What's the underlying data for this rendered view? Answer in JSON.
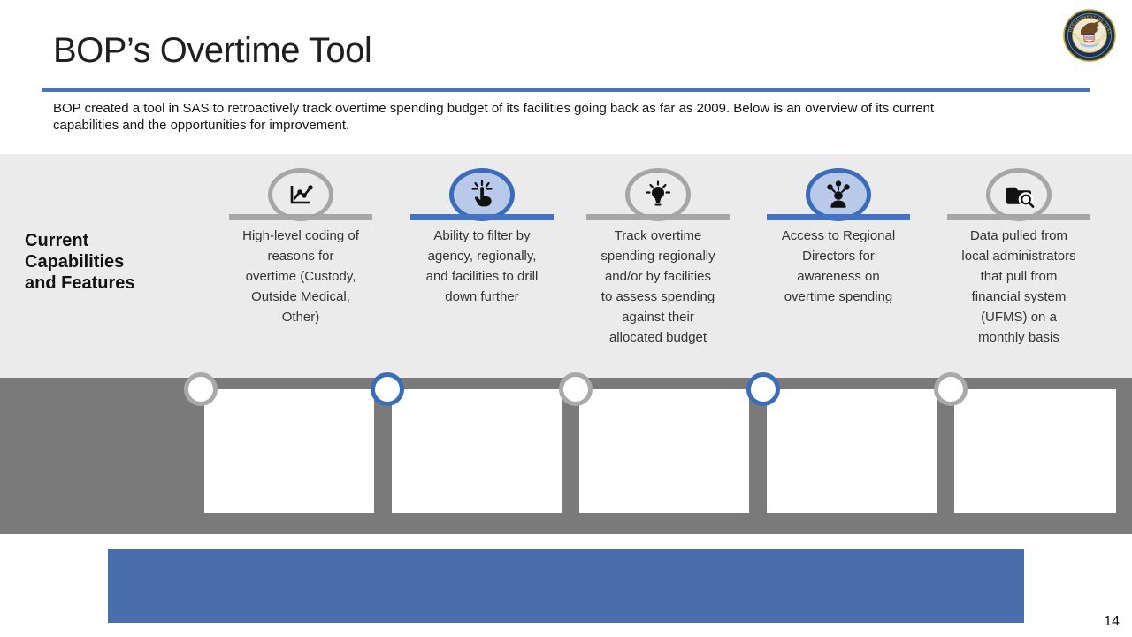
{
  "slide": {
    "title": "BOP’s Overtime Tool",
    "subtitle": "BOP created a tool in SAS to retroactively track overtime spending budget of its facilities going back as far as 2009. Below is an overview of its current\ncapabilities and the opportunities for improvement.",
    "page_number": "14"
  },
  "seal": {
    "name": "U.S. Department of Justice – Federal Bureau of Prisons seal",
    "text_top": "DEPARTMENT OF JUSTICE",
    "text_bottom": "FEDERAL BUREAU OF PRISONS"
  },
  "section": {
    "label": "Current\nCapabilities\nand Features",
    "columns": [
      {
        "icon": "line-chart-icon",
        "accent": "gray",
        "text": "High-level coding of\nreasons for\novertime (Custody,\nOutside Medical,\nOther)"
      },
      {
        "icon": "click-hand-icon",
        "accent": "blue",
        "text": "Ability to filter by\nagency, regionally,\nand facilities to drill\ndown further"
      },
      {
        "icon": "lightbulb-icon",
        "accent": "gray",
        "text": "Track overtime\nspending regionally\nand/or by facilities\nto assess spending\nagainst their\nallocated budget"
      },
      {
        "icon": "person-network-icon",
        "accent": "blue",
        "text": "Access to Regional\nDirectors for\nawareness on\novertime spending"
      },
      {
        "icon": "folder-search-icon",
        "accent": "gray",
        "text": "Data pulled from\nlocal administrators\nthat pull from\nfinancial system\n(UFMS) on a\nmonthly basis"
      }
    ]
  },
  "timeline": {
    "markers": [
      {
        "accent": "gray"
      },
      {
        "accent": "blue"
      },
      {
        "accent": "gray"
      },
      {
        "accent": "blue"
      },
      {
        "accent": "gray"
      }
    ]
  },
  "colors": {
    "rule_blue": "#4a73b8",
    "accent_blue": "#4472c4",
    "accent_blue_border": "#3b6cba",
    "accent_blue_fill": "#b9c9e9",
    "accent_gray": "#a6a6a6",
    "band_gray": "#7a7a7a",
    "section_bg": "#ebebeb",
    "bottom_panel_blue": "#4a6dac"
  }
}
